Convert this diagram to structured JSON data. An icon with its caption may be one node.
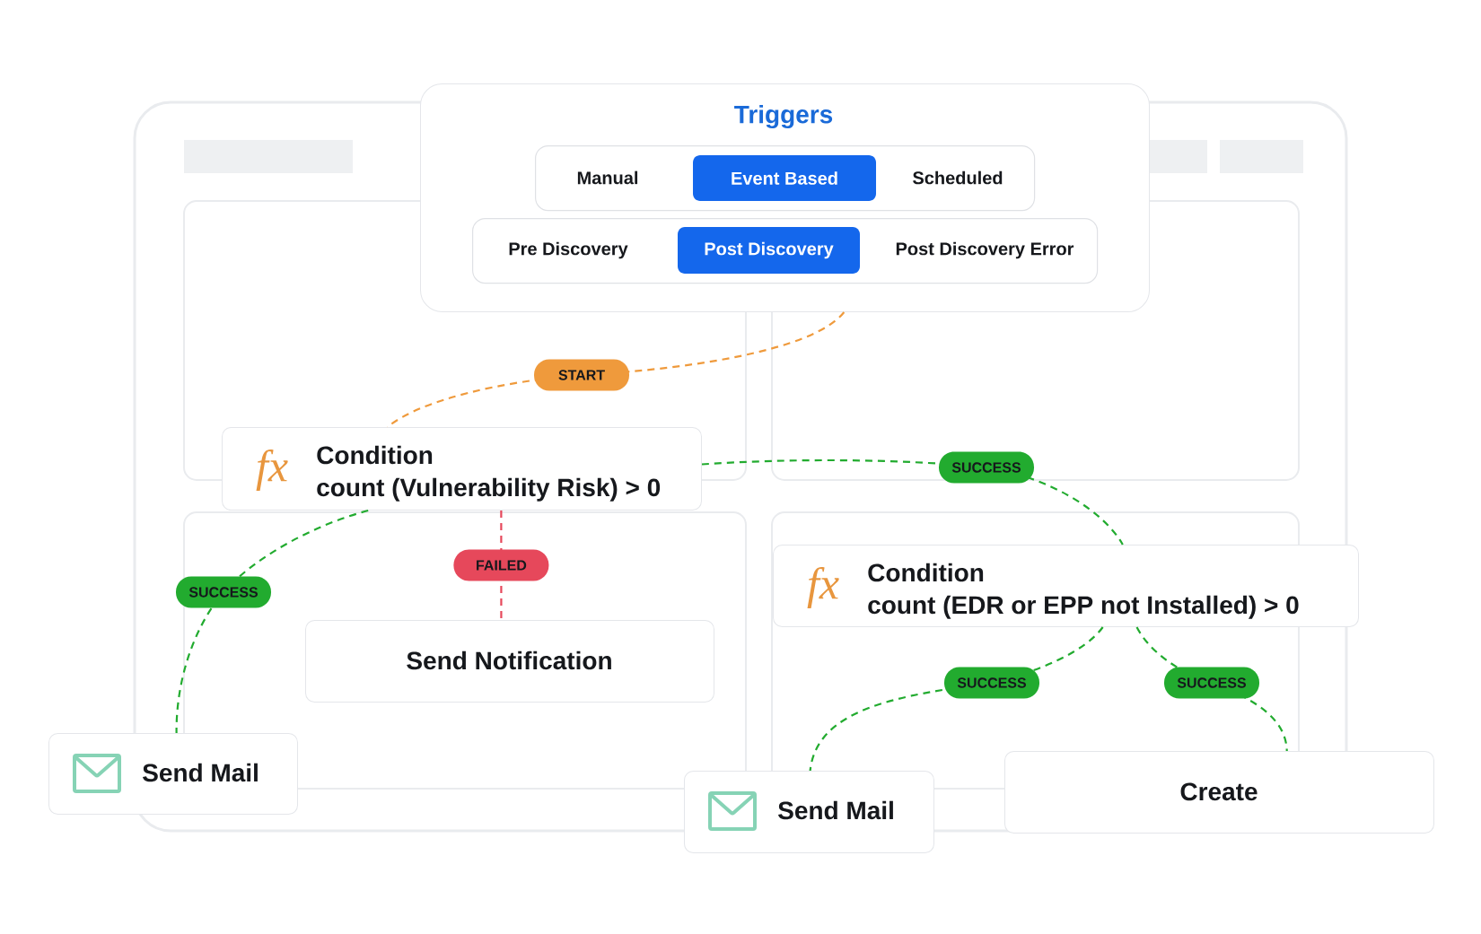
{
  "diagram": {
    "nodes": [
      {
        "text": [
          "Triggers"
        ]
      },
      {
        "text": [],
        "shape": "box",
        "in": 0
      },
      {
        "text": [
          "Manual"
        ],
        "in": 1
      },
      {
        "text": [
          "Event Based"
        ],
        "in": 1
      },
      {
        "text": [
          "Scheduled"
        ],
        "in": 1
      },
      {
        "text": [],
        "shape": "box",
        "in": 0
      },
      {
        "text": [
          "Pre Discovery"
        ],
        "in": 5
      },
      {
        "text": [
          "Post Discovery"
        ],
        "in": 5
      },
      {
        "text": [
          "Post Discovery Error"
        ],
        "in": 5
      },
      {
        "text": [
          "fx",
          "Condition",
          "count (Vulnerability Risk) > 0"
        ]
      },
      {
        "text": [
          "fx",
          "Condition",
          "count (EDR or EPP not Installed) > 0"
        ]
      },
      {
        "text": [
          "Send Notification"
        ]
      },
      {
        "text": [
          "Send Mail"
        ]
      },
      {
        "text": [
          "Send Mail"
        ]
      },
      {
        "text": [
          "Create"
        ]
      }
    ],
    "edges": [
      {
        "from": 0,
        "to": 9,
        "arrow": "none",
        "label": "START",
        "style": "dashed",
        "color": "#ef9a3c"
      },
      {
        "from": 9,
        "to": 12,
        "arrow": "none",
        "label": "SUCCESS",
        "style": "dashed"
      },
      {
        "from": 9,
        "to": 11,
        "arrow": "none",
        "label": "FAILED",
        "style": "dashed",
        "color": "#e6485b"
      },
      {
        "from": 9,
        "to": 10,
        "arrow": "none",
        "label": "SUCCESS",
        "style": "dashed"
      },
      {
        "from": 10,
        "to": 13,
        "arrow": "none",
        "label": "SUCCESS",
        "style": "dashed"
      },
      {
        "from": 10,
        "to": 14,
        "arrow": "none",
        "label": "SUCCESS",
        "style": "dashed"
      }
    ]
  }
}
